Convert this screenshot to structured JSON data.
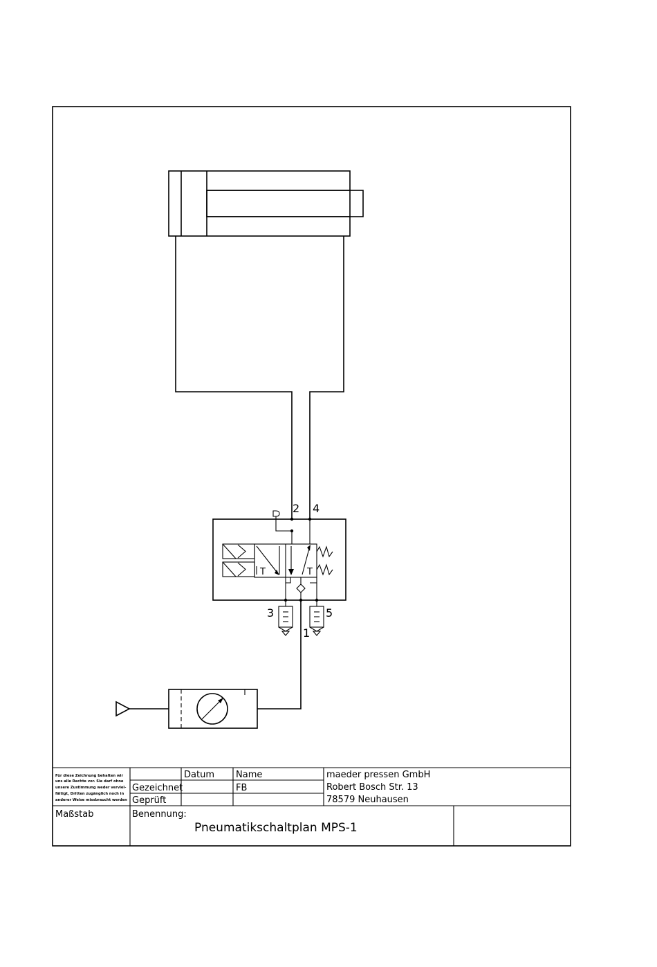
{
  "ports": {
    "p1": "1",
    "p2": "2",
    "p3": "3",
    "p4": "4",
    "p5": "5"
  },
  "valve_symbol": {
    "tank_left": "T",
    "tank_right": "T"
  },
  "title_block": {
    "note_lines": [
      "Für diese Zeichnung behalten wir",
      "uns alle Rechte vor. Sie darf ohne",
      "unsere Zustimmung weder verviel-",
      "fältigt, Dritten zugänglich noch in",
      "anderer Weise missbraucht werden"
    ],
    "datum_header": "Datum",
    "name_header": "Name",
    "gezeichnet_label": "Gezeichnet",
    "gezeichnet_name": "FB",
    "geprueft_label": "Geprüft",
    "company_line1": "maeder pressen GmbH",
    "company_line2": "Robert Bosch Str. 13",
    "company_line3": "78579 Neuhausen",
    "massstab_label": "Maßstab",
    "benennung_label": "Benennung:",
    "drawing_title": "Pneumatikschaltplan MPS-1"
  }
}
